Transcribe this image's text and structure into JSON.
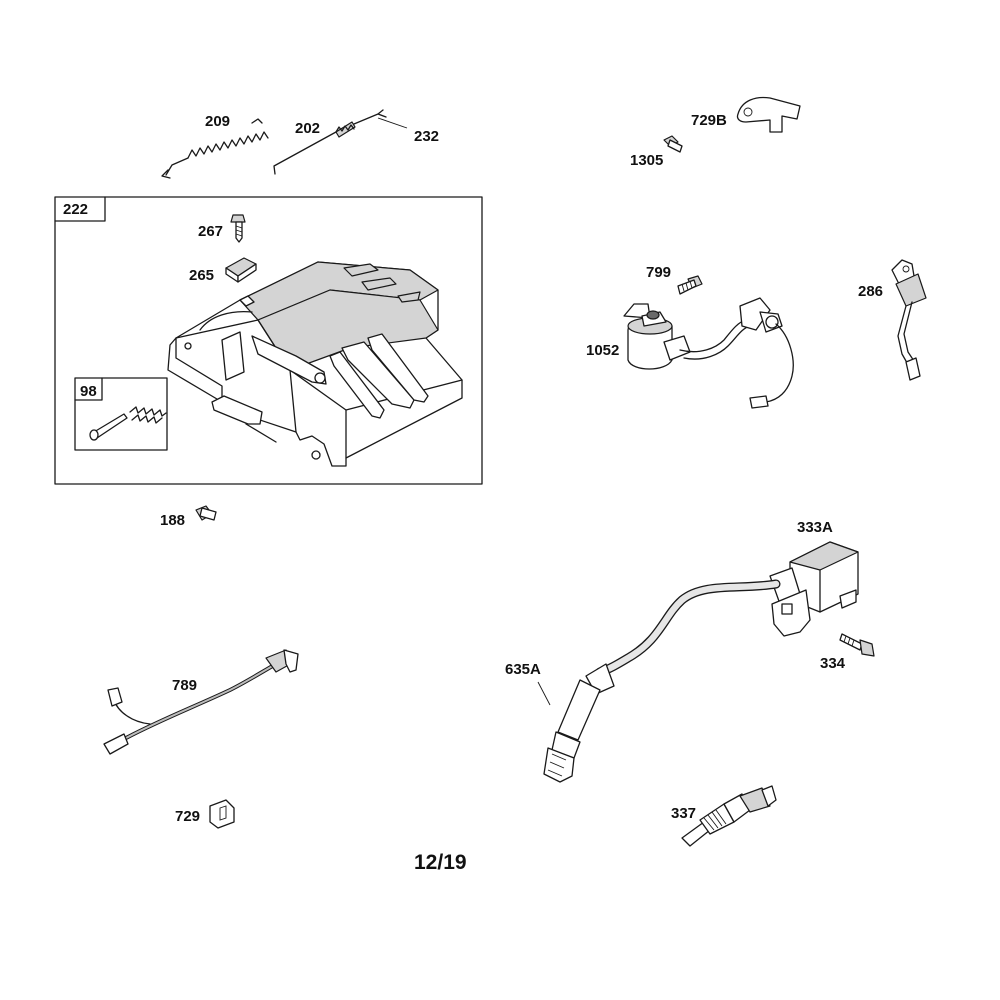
{
  "page_number": "12/19",
  "boxes": {
    "box_222": "222",
    "box_98": "98"
  },
  "labels": {
    "p209": "209",
    "p202": "202",
    "p232": "232",
    "p729B": "729B",
    "p1305": "1305",
    "p222": "222",
    "p267": "267",
    "p265": "265",
    "p98": "98",
    "p799": "799",
    "p286": "286",
    "p1052": "1052",
    "p188": "188",
    "p333A": "333A",
    "p334": "334",
    "p635A": "635A",
    "p789": "789",
    "p729": "729",
    "p337": "337"
  },
  "parts": [
    {
      "id": "209",
      "icon": "spring-icon"
    },
    {
      "id": "202",
      "icon": "linkage-rod-icon"
    },
    {
      "id": "232",
      "icon": "linkage-rod-icon"
    },
    {
      "id": "729B",
      "icon": "bracket-clip-icon"
    },
    {
      "id": "1305",
      "icon": "screw-icon"
    },
    {
      "id": "222",
      "icon": "control-bracket-icon"
    },
    {
      "id": "267",
      "icon": "screw-icon"
    },
    {
      "id": "265",
      "icon": "clip-icon"
    },
    {
      "id": "98",
      "icon": "pin-and-spring-icon"
    },
    {
      "id": "799",
      "icon": "screw-icon"
    },
    {
      "id": "286",
      "icon": "diode-icon"
    },
    {
      "id": "1052",
      "icon": "solenoid-icon"
    },
    {
      "id": "188",
      "icon": "screw-icon"
    },
    {
      "id": "333A",
      "icon": "ignition-coil-icon"
    },
    {
      "id": "334",
      "icon": "screw-icon"
    },
    {
      "id": "635A",
      "icon": "spark-plug-boot-icon"
    },
    {
      "id": "789",
      "icon": "ground-wire-icon"
    },
    {
      "id": "729",
      "icon": "clip-icon"
    },
    {
      "id": "337",
      "icon": "spark-plug-icon"
    }
  ]
}
